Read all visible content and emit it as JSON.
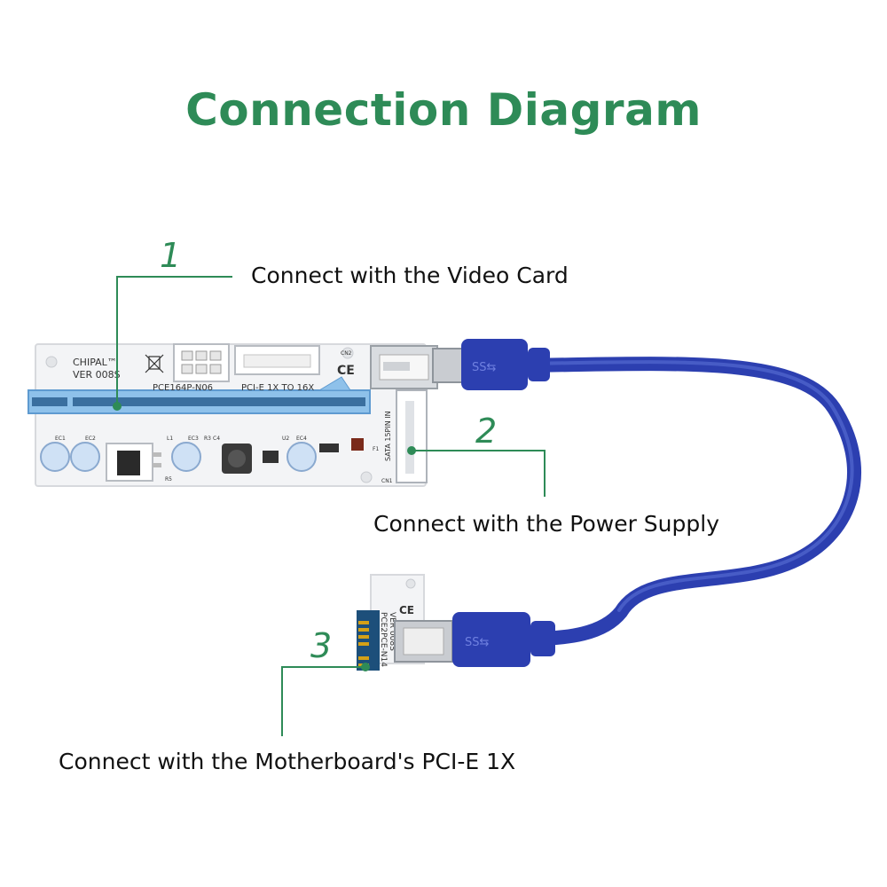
{
  "title": "Connection Diagram",
  "colors": {
    "accent_green": "#2e8b57",
    "cable_blue": "#2c3fb0",
    "slot_blue": "#8ec1ea",
    "board_white": "#f3f4f6"
  },
  "callouts": [
    {
      "number": "1",
      "text": "Connect with the Video Card"
    },
    {
      "number": "2",
      "text": "Connect with the Power Supply"
    },
    {
      "number": "3",
      "text": "Connect with the Motherboard's PCI-E 1X"
    }
  ],
  "riser_board": {
    "brand": "CHIPAL™",
    "version": "VER 008S",
    "model": "PCE164P-N06",
    "spec": "PCI-E 1X TO 16X",
    "sata_label": "SATA 15PIN IN",
    "component_labels": [
      "EC1",
      "EC2",
      "L1",
      "EC3",
      "R3",
      "C4",
      "U2",
      "EC4",
      "R5",
      "CN1",
      "CN2",
      "F1"
    ]
  },
  "adapter_board": {
    "model": "PCE2PCE-N14",
    "version": "VER 008S"
  },
  "icons": [
    "ce-mark-icon",
    "weee-bin-icon",
    "usb3-ss-icon"
  ]
}
